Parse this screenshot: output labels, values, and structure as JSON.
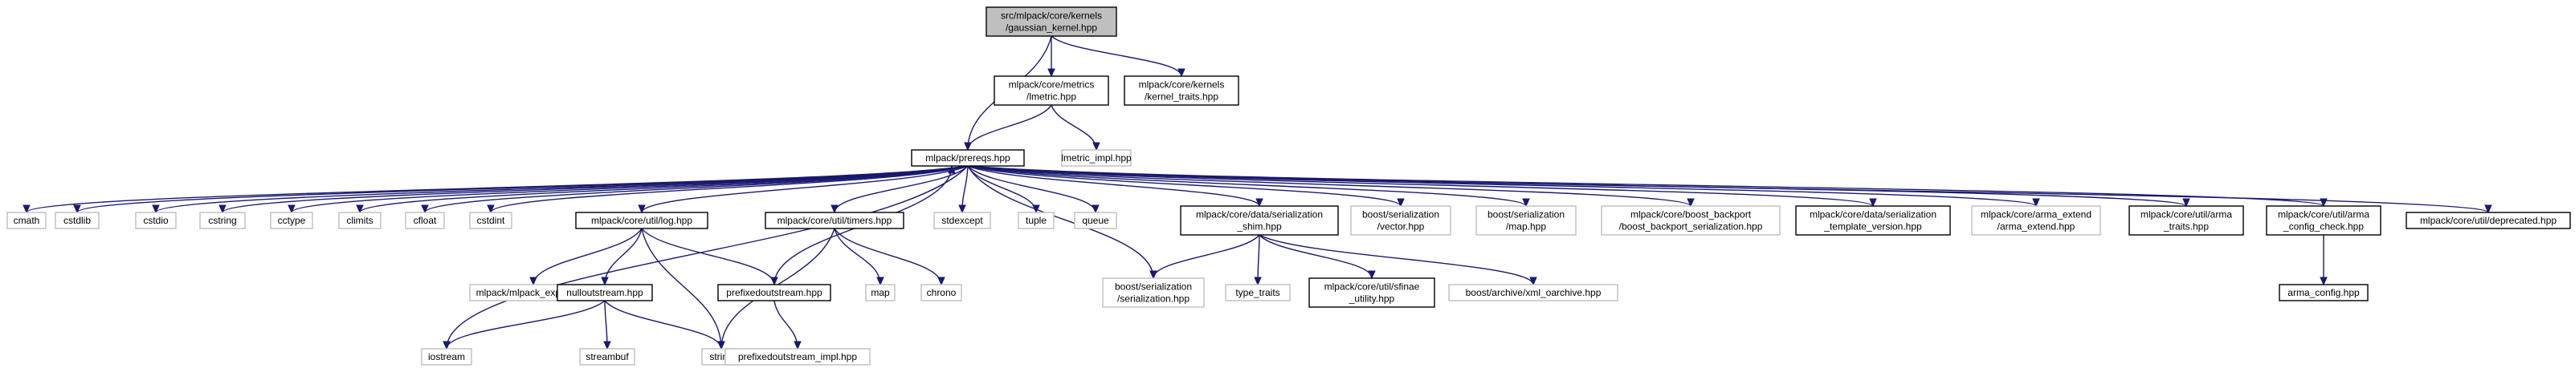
{
  "graph": {
    "nodes": [
      {
        "id": "root",
        "lines": [
          "src/mlpack/core/kernels",
          "/gaussian_kernel.hpp"
        ],
        "kind": "root",
        "link": false
      },
      {
        "id": "lmetric",
        "lines": [
          "mlpack/core/metrics",
          "/lmetric.hpp"
        ],
        "kind": "documented",
        "link": true
      },
      {
        "id": "kernel_traits",
        "lines": [
          "mlpack/core/kernels",
          "/kernel_traits.hpp"
        ],
        "kind": "documented",
        "link": true
      },
      {
        "id": "prereqs",
        "lines": [
          "mlpack/prereqs.hpp"
        ],
        "kind": "documented",
        "link": true
      },
      {
        "id": "lmetric_impl",
        "lines": [
          "lmetric_impl.hpp"
        ],
        "kind": "external",
        "link": false
      },
      {
        "id": "cmath",
        "lines": [
          "cmath"
        ],
        "kind": "external",
        "link": false
      },
      {
        "id": "cstdlib",
        "lines": [
          "cstdlib"
        ],
        "kind": "external",
        "link": false
      },
      {
        "id": "cstdio",
        "lines": [
          "cstdio"
        ],
        "kind": "external",
        "link": false
      },
      {
        "id": "cstring",
        "lines": [
          "cstring"
        ],
        "kind": "external",
        "link": false
      },
      {
        "id": "cctype",
        "lines": [
          "cctype"
        ],
        "kind": "external",
        "link": false
      },
      {
        "id": "climits",
        "lines": [
          "climits"
        ],
        "kind": "external",
        "link": false
      },
      {
        "id": "cfloat",
        "lines": [
          "cfloat"
        ],
        "kind": "external",
        "link": false
      },
      {
        "id": "cstdint",
        "lines": [
          "cstdint"
        ],
        "kind": "external",
        "link": false
      },
      {
        "id": "log",
        "lines": [
          "mlpack/core/util/log.hpp"
        ],
        "kind": "documented",
        "link": true
      },
      {
        "id": "timers",
        "lines": [
          "mlpack/core/util/timers.hpp"
        ],
        "kind": "documented",
        "link": true
      },
      {
        "id": "stdexcept",
        "lines": [
          "stdexcept"
        ],
        "kind": "external",
        "link": false
      },
      {
        "id": "tuple",
        "lines": [
          "tuple"
        ],
        "kind": "external",
        "link": false
      },
      {
        "id": "queue",
        "lines": [
          "queue"
        ],
        "kind": "external",
        "link": false
      },
      {
        "id": "ser_shim",
        "lines": [
          "mlpack/core/data/serialization",
          "_shim.hpp"
        ],
        "kind": "documented",
        "link": true
      },
      {
        "id": "boost_vector",
        "lines": [
          "boost/serialization",
          "/vector.hpp"
        ],
        "kind": "external",
        "link": false
      },
      {
        "id": "boost_map",
        "lines": [
          "boost/serialization",
          "/map.hpp"
        ],
        "kind": "external",
        "link": false
      },
      {
        "id": "boost_backport",
        "lines": [
          "mlpack/core/boost_backport",
          "/boost_backport_serialization.hpp"
        ],
        "kind": "external",
        "link": false
      },
      {
        "id": "ser_template",
        "lines": [
          "mlpack/core/data/serialization",
          "_template_version.hpp"
        ],
        "kind": "documented",
        "link": true
      },
      {
        "id": "arma_extend",
        "lines": [
          "mlpack/core/arma_extend",
          "/arma_extend.hpp"
        ],
        "kind": "external",
        "link": false
      },
      {
        "id": "arma_traits",
        "lines": [
          "mlpack/core/util/arma",
          "_traits.hpp"
        ],
        "kind": "documented",
        "link": true
      },
      {
        "id": "arma_config_check",
        "lines": [
          "mlpack/core/util/arma",
          "_config_check.hpp"
        ],
        "kind": "documented",
        "link": true
      },
      {
        "id": "deprecated",
        "lines": [
          "mlpack/core/util/deprecated.hpp"
        ],
        "kind": "documented",
        "link": true
      },
      {
        "id": "mlpack_export",
        "lines": [
          "mlpack/mlpack_export.hpp"
        ],
        "kind": "external",
        "link": false
      },
      {
        "id": "nulloutstream",
        "lines": [
          "nulloutstream.hpp"
        ],
        "kind": "documented",
        "link": true
      },
      {
        "id": "prefixedoutstream",
        "lines": [
          "prefixedoutstream.hpp"
        ],
        "kind": "documented",
        "link": true
      },
      {
        "id": "map",
        "lines": [
          "map"
        ],
        "kind": "external",
        "link": false
      },
      {
        "id": "chrono",
        "lines": [
          "chrono"
        ],
        "kind": "external",
        "link": false
      },
      {
        "id": "boost_serialization",
        "lines": [
          "boost/serialization",
          "/serialization.hpp"
        ],
        "kind": "external",
        "link": false
      },
      {
        "id": "type_traits",
        "lines": [
          "type_traits"
        ],
        "kind": "external",
        "link": false
      },
      {
        "id": "sfinae",
        "lines": [
          "mlpack/core/util/sfinae",
          "_utility.hpp"
        ],
        "kind": "documented",
        "link": true
      },
      {
        "id": "xml_oarchive",
        "lines": [
          "boost/archive/xml_oarchive.hpp"
        ],
        "kind": "external",
        "link": false
      },
      {
        "id": "arma_config",
        "lines": [
          "arma_config.hpp"
        ],
        "kind": "documented",
        "link": true
      },
      {
        "id": "iostream",
        "lines": [
          "iostream"
        ],
        "kind": "external",
        "link": false
      },
      {
        "id": "streambuf",
        "lines": [
          "streambuf"
        ],
        "kind": "external",
        "link": false
      },
      {
        "id": "string",
        "lines": [
          "string"
        ],
        "kind": "external",
        "link": false
      },
      {
        "id": "prefixedoutstream_impl",
        "lines": [
          "prefixedoutstream_impl.hpp"
        ],
        "kind": "external",
        "link": false
      }
    ],
    "edges": [
      [
        "root",
        "lmetric"
      ],
      [
        "root",
        "kernel_traits"
      ],
      [
        "root",
        "prereqs"
      ],
      [
        "lmetric",
        "prereqs"
      ],
      [
        "lmetric",
        "lmetric_impl"
      ],
      [
        "prereqs",
        "cmath"
      ],
      [
        "prereqs",
        "cstdlib"
      ],
      [
        "prereqs",
        "cstdio"
      ],
      [
        "prereqs",
        "cstring"
      ],
      [
        "prereqs",
        "cctype"
      ],
      [
        "prereqs",
        "climits"
      ],
      [
        "prereqs",
        "cfloat"
      ],
      [
        "prereqs",
        "cstdint"
      ],
      [
        "prereqs",
        "iostream"
      ],
      [
        "prereqs",
        "log"
      ],
      [
        "prereqs",
        "timers"
      ],
      [
        "prereqs",
        "stdexcept"
      ],
      [
        "prereqs",
        "tuple"
      ],
      [
        "prereqs",
        "queue"
      ],
      [
        "prereqs",
        "boost_serialization"
      ],
      [
        "prereqs",
        "ser_shim"
      ],
      [
        "prereqs",
        "boost_vector"
      ],
      [
        "prereqs",
        "boost_map"
      ],
      [
        "prereqs",
        "boost_backport"
      ],
      [
        "prereqs",
        "ser_template"
      ],
      [
        "prereqs",
        "arma_extend"
      ],
      [
        "prereqs",
        "arma_traits"
      ],
      [
        "prereqs",
        "arma_config_check"
      ],
      [
        "prereqs",
        "deprecated"
      ],
      [
        "log",
        "mlpack_export"
      ],
      [
        "log",
        "nulloutstream"
      ],
      [
        "log",
        "prefixedoutstream"
      ],
      [
        "log",
        "string"
      ],
      [
        "nulloutstream",
        "iostream"
      ],
      [
        "nulloutstream",
        "streambuf"
      ],
      [
        "nulloutstream",
        "string"
      ],
      [
        "prefixedoutstream",
        "prereqs"
      ],
      [
        "prefixedoutstream",
        "prefixedoutstream_impl"
      ],
      [
        "timers",
        "map"
      ],
      [
        "timers",
        "chrono"
      ],
      [
        "timers",
        "string"
      ],
      [
        "ser_shim",
        "boost_serialization"
      ],
      [
        "ser_shim",
        "type_traits"
      ],
      [
        "ser_shim",
        "sfinae"
      ],
      [
        "ser_shim",
        "xml_oarchive"
      ],
      [
        "arma_config_check",
        "arma_config"
      ]
    ]
  },
  "colors": {
    "edge": "#191970",
    "root_fill": "#bfbfbf",
    "documented_border": "#000000",
    "external_border": "#bfbfbf",
    "background": "#ffffff"
  }
}
